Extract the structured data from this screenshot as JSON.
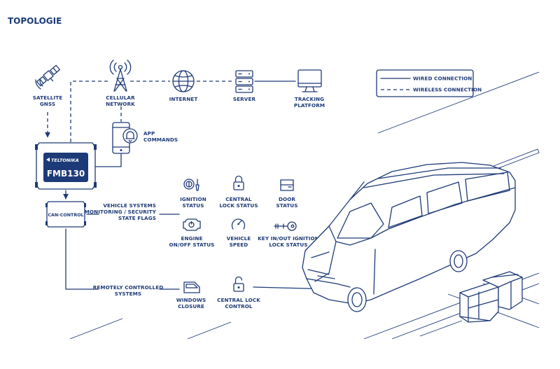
{
  "title": "TOPOLOGIE",
  "legend": {
    "wired": "WIRED CONNECTION",
    "wireless": "WIRELESS CONNECTION"
  },
  "nodes": {
    "satellite": [
      "SATELLITE",
      "GNSS"
    ],
    "cellular": [
      "CELLULAR",
      "NETWORK"
    ],
    "internet": "INTERNET",
    "server": "SERVER",
    "tracking": [
      "TRACKING",
      "PLATFORM"
    ],
    "app": [
      "APP",
      "COMMANDS"
    ],
    "device_brand": "TELTONIKA",
    "device_model": "FMB130",
    "can": "CAN-CONTROL"
  },
  "monitoring": [
    "VEHICLE SYSTEMS",
    "MONITORING / SECURITY",
    "STATE FLAGS"
  ],
  "remote": [
    "REMOTELY CONTROLLED",
    "SYSTEMS"
  ],
  "statuses": [
    {
      "icon": "ignition-icon",
      "lines": [
        "IGNITION",
        "STATUS"
      ]
    },
    {
      "icon": "padlock-icon",
      "lines": [
        "CENTRAL",
        "LOCK STATUS"
      ]
    },
    {
      "icon": "car-door-icon",
      "lines": [
        "DOOR",
        "STATUS"
      ]
    },
    {
      "icon": "engine-icon",
      "lines": [
        "ENGINE",
        "ON/OFF STATUS"
      ]
    },
    {
      "icon": "speedometer-icon",
      "lines": [
        "VEHICLE",
        "SPEED"
      ]
    },
    {
      "icon": "key-icon",
      "lines": [
        "KEY IN/OUT IGNITION",
        "LOCK STATUS"
      ]
    }
  ],
  "controls": [
    {
      "icon": "car-window-icon",
      "lines": [
        "WINDOWS",
        "CLOSURE"
      ]
    },
    {
      "icon": "unlocked-padlock-icon",
      "lines": [
        "CENTRAL LOCK",
        "CONTROL"
      ]
    }
  ]
}
